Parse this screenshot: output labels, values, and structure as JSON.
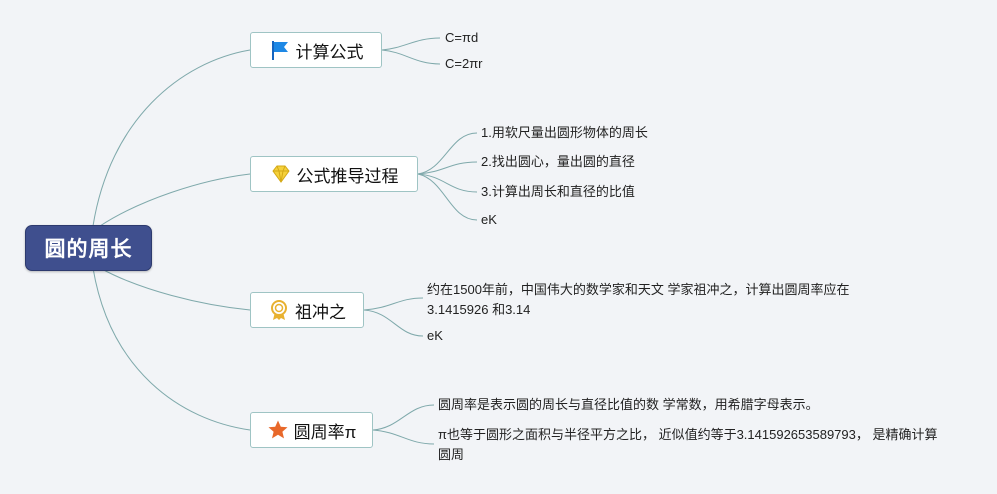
{
  "root": {
    "label": "圆的周长"
  },
  "branches": [
    {
      "label": "计算公式",
      "icon": "blue-flag-icon",
      "children": [
        "C=πd",
        "C=2πr"
      ]
    },
    {
      "label": "公式推导过程",
      "icon": "gem-icon",
      "children": [
        "1.用软尺量出圆形物体的周长",
        "2.找出圆心，量出圆的直径",
        "3.计算出周长和直径的比值",
        "eK"
      ]
    },
    {
      "label": "祖冲之",
      "icon": "award-ribbon-icon",
      "children": [
        "约在1500年前，中国伟大的数学家和天文 学家祖冲之，计算出圆周率应在3.1415926 和3.14",
        "eK"
      ]
    },
    {
      "label": "圆周率π",
      "icon": "star-icon",
      "children": [
        "圆周率是表示圆的周长与直径比值的数 学常数，用希腊字母表示。",
        "π也等于圆形之面积与半径平方之比， 近似值约等于3.141592653589793， 是精确计算圆周"
      ]
    }
  ],
  "colors": {
    "root_fill": "#3f4f8e",
    "connector": "#7fa9ab",
    "topic_border": "#9fc4c4",
    "flag": "#1e88e5",
    "gem": "#f5d13b",
    "award": "#e8b130",
    "star": "#e8682a"
  }
}
